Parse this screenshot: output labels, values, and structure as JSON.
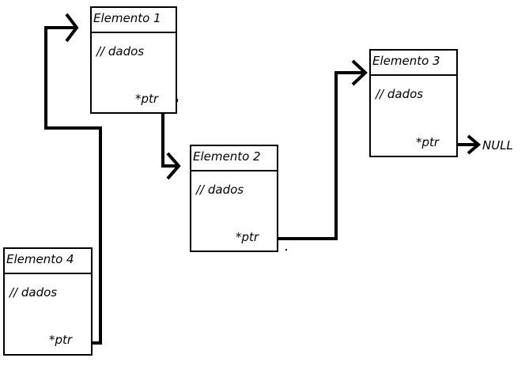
{
  "nodes": [
    {
      "title": "Elemento 1",
      "data": "// dados",
      "ptr": "*ptr"
    },
    {
      "title": "Elemento 2",
      "data": "// dados",
      "ptr": "*ptr"
    },
    {
      "title": "Elemento 3",
      "data": "// dados",
      "ptr": "*ptr"
    },
    {
      "title": "Elemento 4",
      "data": "// dados",
      "ptr": "*ptr"
    }
  ],
  "null_label": "NULL",
  "colors": {
    "line": "#000000",
    "background": "#ffffff"
  }
}
